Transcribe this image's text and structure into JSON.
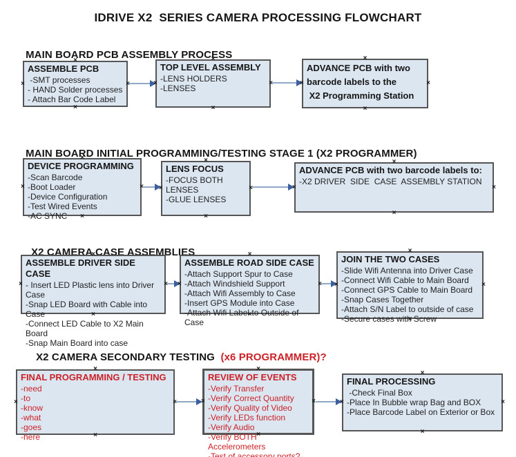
{
  "title": "IDRIVE X2  SERIES CAMERA PROCESSING FLOWCHART",
  "colors": {
    "red_accent": "#cc2127",
    "box_fill": "#dce6f1",
    "box_border": "#555555",
    "arrow_line": "#90a7c6",
    "arrow_head": "#3c5fa0"
  },
  "sections": [
    {
      "heading": "MAIN BOARD PCB ASSEMBLY PROCESS",
      "boxes": [
        {
          "title": "ASSEMBLE PCB",
          "items": [
            " -SMT processes",
            "- HAND Solder processes",
            "- Attach Bar Code Label"
          ]
        },
        {
          "title": "TOP LEVEL ASSEMBLY",
          "items": [
            "-LENS HOLDERS",
            "-LENSES"
          ]
        },
        {
          "title": "ADVANCE PCB with two\nbarcode labels to the\n X2 Programming Station",
          "items": []
        }
      ]
    },
    {
      "heading": "MAIN BOARD INITIAL PROGRAMMING/TESTING STAGE 1 (X2 PROGRAMMER)",
      "boxes": [
        {
          "title": "DEVICE PROGRAMMING",
          "items": [
            "-Scan Barcode",
            "-Boot Loader",
            "-Device Configuration",
            "-Test Wired Events",
            "-AC SYNC"
          ]
        },
        {
          "title": "LENS FOCUS",
          "items": [
            "-FOCUS BOTH LENSES",
            "-GLUE LENSES"
          ]
        },
        {
          "title": "ADVANCE PCB with two barcode labels to:",
          "items": [
            "-X2 DRIVER  SIDE  CASE  ASSEMBLY STATION"
          ]
        }
      ]
    },
    {
      "heading": "X2 CAMERA CASE ASSEMBLIES",
      "boxes": [
        {
          "title": "ASSEMBLE DRIVER SIDE CASE",
          "items": [
            "- Insert LED Plastic lens into Driver Case",
            "-Snap LED Board with Cable into Case",
            "-Connect LED Cable to X2 Main Board",
            "-Snap Main Board into case"
          ]
        },
        {
          "title": "ASSEMBLE ROAD SIDE CASE",
          "items": [
            "-Attach Support Spur to Case",
            "-Attach Windshield Support",
            "-Attach Wifi Assembly to Case",
            "-Insert GPS Module into Case",
            "-Attach Wifi Label to Outside of Case"
          ]
        },
        {
          "title": "JOIN THE TWO CASES",
          "items": [
            "-Slide Wifi Antenna into Driver Case",
            "-Connect Wifi Cable to Main Board",
            "-Connect GPS Cable to Main Board",
            "-Snap Cases Together",
            "-Attach S/N Label to outside of case",
            "-Secure cases with Screw"
          ]
        }
      ]
    },
    {
      "heading": "X2 CAMERA SECONDARY TESTING ",
      "heading_red": " (x6 PROGRAMMER)?",
      "boxes": [
        {
          "title": "FINAL PROGRAMMING / TESTING",
          "items": [
            "-need",
            "-to",
            "-know",
            "-what",
            "-goes",
            "-here"
          ]
        },
        {
          "title": "REVIEW OF EVENTS",
          "items": [
            "-Verify Transfer",
            "-Verify Correct Quantity",
            "-Verify Quality of Video",
            "-Verify LEDs function",
            "-Verify Audio",
            "-Verify BOTH Accelerometers",
            "-Test of accessory ports?"
          ]
        },
        {
          "title": "FINAL PROCESSING",
          "items": [
            " -Check Final Box",
            "-Place In Bubble wrap Bag and BOX",
            "-Place Barcode Label on Exterior or Box"
          ]
        }
      ]
    }
  ]
}
